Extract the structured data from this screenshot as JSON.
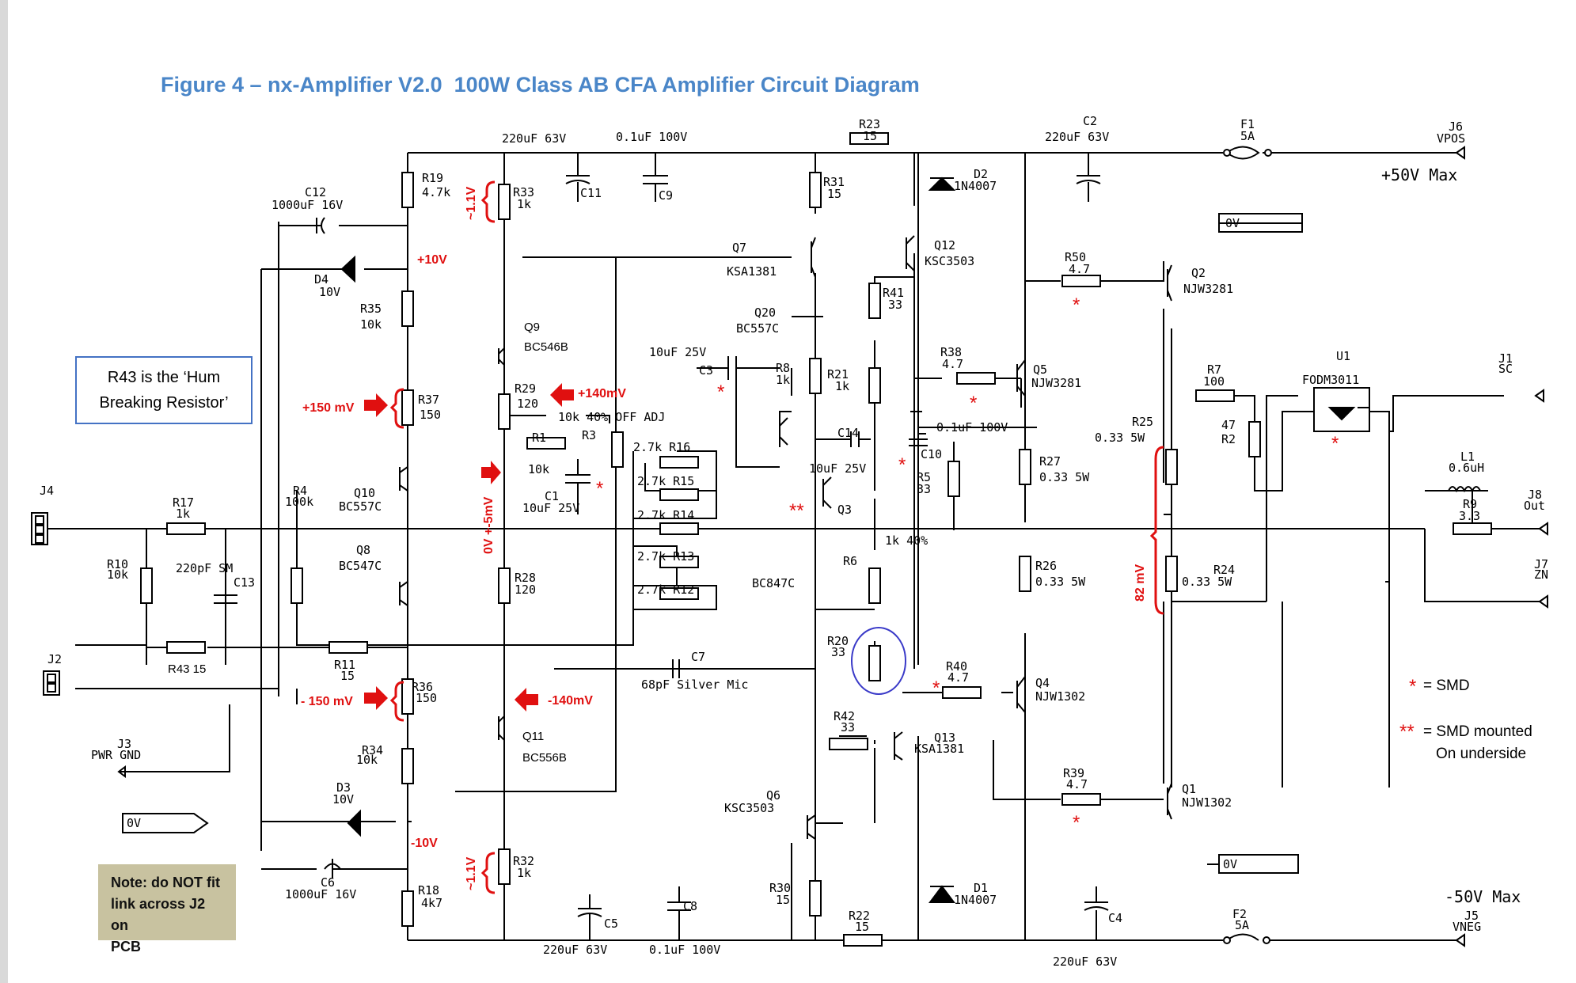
{
  "title": "Figure 4 – nx-Amplifier V2.0  100W Class AB CFA Amplifier Circuit Diagram",
  "hum_note": [
    "R43 is the ‘Hum",
    "Breaking Resistor’"
  ],
  "fit_note": [
    "Note: do NOT fit",
    "link across J2 on",
    "PCB"
  ],
  "legend": {
    "smd_mark": "*",
    "smd_text": "= SMD",
    "smd_under_mark": "**",
    "smd_under_line1": "= SMD mounted",
    "smd_under_line2": "On underside"
  },
  "rails": {
    "pos": "+50V Max",
    "neg": "-50V Max"
  },
  "colors": {
    "title": "#4a86c8",
    "annotation": "#e01010",
    "highlight": "#3a3ac8",
    "box_border": "#4472c4",
    "note_bg": "#c8c2a0"
  },
  "labels": [
    {
      "id": "c2",
      "lines": [
        "C2",
        "220uF 63V"
      ]
    },
    {
      "id": "c11top",
      "lines": [
        "220uF 63V"
      ]
    },
    {
      "id": "c9top",
      "lines": [
        "0.1uF 100V"
      ]
    },
    {
      "id": "r23",
      "lines": [
        "R23",
        "15"
      ]
    },
    {
      "id": "f1",
      "lines": [
        "F1",
        "5A"
      ]
    },
    {
      "id": "j6",
      "lines": [
        "J6",
        "VPOS"
      ]
    },
    {
      "id": "r19",
      "lines": [
        "R19",
        "4.7k"
      ]
    },
    {
      "id": "r33",
      "lines": [
        "R33",
        "1k"
      ]
    },
    {
      "id": "c11",
      "lines": [
        "C11"
      ]
    },
    {
      "id": "c9",
      "lines": [
        "C9"
      ]
    },
    {
      "id": "r31",
      "lines": [
        "R31",
        "15"
      ]
    },
    {
      "id": "d2",
      "lines": [
        "D2",
        "1N4007"
      ]
    },
    {
      "id": "c12",
      "lines": [
        "C12",
        "1000uF 16V"
      ]
    },
    {
      "id": "d4",
      "lines": [
        "D4",
        "10V"
      ]
    },
    {
      "id": "r35",
      "lines": [
        "R35",
        "10k"
      ]
    },
    {
      "id": "q7",
      "lines": [
        "Q7",
        "KSA1381"
      ]
    },
    {
      "id": "q12",
      "lines": [
        "Q12",
        "KSC3503"
      ]
    },
    {
      "id": "r50",
      "lines": [
        "R50",
        "4.7"
      ]
    },
    {
      "id": "q2",
      "lines": [
        "Q2",
        "NJW3281"
      ]
    },
    {
      "id": "r41",
      "lines": [
        "R41",
        "33"
      ]
    },
    {
      "id": "q20",
      "lines": [
        "Q20",
        "BC557C"
      ]
    },
    {
      "id": "q9",
      "lines": [
        "Q9",
        "BC546B"
      ]
    },
    {
      "id": "c3",
      "lines": [
        "10uF 25V",
        "C3"
      ]
    },
    {
      "id": "r8",
      "lines": [
        "R8",
        "1k"
      ]
    },
    {
      "id": "r21",
      "lines": [
        "R21",
        "1k"
      ]
    },
    {
      "id": "r38",
      "lines": [
        "R38",
        "4.7"
      ]
    },
    {
      "id": "q5",
      "lines": [
        "Q5",
        "NJW3281"
      ]
    },
    {
      "id": "u1",
      "lines": [
        "U1",
        "FODM3011"
      ]
    },
    {
      "id": "j1",
      "lines": [
        "J1",
        "SC"
      ]
    },
    {
      "id": "r7",
      "lines": [
        "R7",
        "100"
      ]
    },
    {
      "id": "r2",
      "lines": [
        "47",
        "R2"
      ]
    },
    {
      "id": "r37",
      "lines": [
        "R37",
        "150"
      ]
    },
    {
      "id": "r29",
      "lines": [
        "R29",
        "120"
      ]
    },
    {
      "id": "offadj",
      "lines": [
        "10k 40% OFF ADJ"
      ]
    },
    {
      "id": "r1",
      "lines": [
        "R1"
      ]
    },
    {
      "id": "r3",
      "lines": [
        "R3"
      ]
    },
    {
      "id": "c10",
      "lines": [
        "0.1uF 100V",
        "C10"
      ]
    },
    {
      "id": "r25",
      "lines": [
        "R25",
        "0.33 5W"
      ]
    },
    {
      "id": "r16",
      "lines": [
        "2.7k  R16"
      ]
    },
    {
      "id": "r15",
      "lines": [
        "2.7k  R15"
      ]
    },
    {
      "id": "r14",
      "lines": [
        "2.7k  R14"
      ]
    },
    {
      "id": "r13",
      "lines": [
        "2.7k  R13"
      ]
    },
    {
      "id": "r12",
      "lines": [
        "2.7k  R12"
      ]
    },
    {
      "id": "c14",
      "lines": [
        "C14",
        "10uF 25V"
      ]
    },
    {
      "id": "r5",
      "lines": [
        "R5",
        "33"
      ]
    },
    {
      "id": "r27",
      "lines": [
        "R27",
        "0.33 5W"
      ]
    },
    {
      "id": "l1",
      "lines": [
        "L1",
        "0.6uH"
      ]
    },
    {
      "id": "r9",
      "lines": [
        "R9",
        "3.3"
      ]
    },
    {
      "id": "j8",
      "lines": [
        "J8",
        "Out"
      ]
    },
    {
      "id": "j4",
      "lines": [
        "J4"
      ]
    },
    {
      "id": "r17",
      "lines": [
        "R17",
        "1k"
      ]
    },
    {
      "id": "r4",
      "lines": [
        "R4",
        "100k"
      ]
    },
    {
      "id": "q10",
      "lines": [
        "Q10",
        "BC557C"
      ]
    },
    {
      "id": "r1val",
      "lines": [
        "10k"
      ]
    },
    {
      "id": "c1",
      "lines": [
        "C1",
        "10uF 25V"
      ]
    },
    {
      "id": "q3",
      "lines": [
        "Q3"
      ]
    },
    {
      "id": "r6",
      "lines": [
        "1k 40%",
        "R6"
      ]
    },
    {
      "id": "r10",
      "lines": [
        "R10",
        "10k"
      ]
    },
    {
      "id": "c13",
      "lines": [
        "220pF SM",
        "C13"
      ]
    },
    {
      "id": "q8",
      "lines": [
        "Q8",
        "BC547C"
      ]
    },
    {
      "id": "r28",
      "lines": [
        "R28",
        "120"
      ]
    },
    {
      "id": "bc847",
      "lines": [
        "BC847C"
      ]
    },
    {
      "id": "r26",
      "lines": [
        "R26",
        "0.33 5W"
      ]
    },
    {
      "id": "r24",
      "lines": [
        "R24",
        "0.33 5W"
      ]
    },
    {
      "id": "j7",
      "lines": [
        "J7",
        "ZN"
      ]
    },
    {
      "id": "j2",
      "lines": [
        "J2"
      ]
    },
    {
      "id": "r43",
      "lines": [
        "R43 15"
      ]
    },
    {
      "id": "r11",
      "lines": [
        "R11",
        "15"
      ]
    },
    {
      "id": "c7",
      "lines": [
        "C7",
        "68pF Silver Mic"
      ]
    },
    {
      "id": "r20",
      "lines": [
        "R20",
        "33"
      ]
    },
    {
      "id": "r40",
      "lines": [
        "R40",
        "4.7"
      ]
    },
    {
      "id": "q4",
      "lines": [
        "Q4",
        "NJW1302"
      ]
    },
    {
      "id": "r36",
      "lines": [
        "R36",
        "150"
      ]
    },
    {
      "id": "q11",
      "lines": [
        "Q11",
        "BC556B"
      ]
    },
    {
      "id": "j3",
      "lines": [
        "J3",
        "PWR GND"
      ]
    },
    {
      "id": "r34",
      "lines": [
        "R34",
        "10k"
      ]
    },
    {
      "id": "r42",
      "lines": [
        "R42",
        "33"
      ]
    },
    {
      "id": "q13",
      "lines": [
        "Q13",
        "KSA1381"
      ]
    },
    {
      "id": "d3",
      "lines": [
        "D3",
        "10V"
      ]
    },
    {
      "id": "ov1",
      "lines": [
        "0V"
      ]
    },
    {
      "id": "ov2",
      "lines": [
        "0V"
      ]
    },
    {
      "id": "ov3",
      "lines": [
        "0V"
      ]
    },
    {
      "id": "q6",
      "lines": [
        "Q6",
        "KSC3503"
      ]
    },
    {
      "id": "r39",
      "lines": [
        "R39",
        "4.7"
      ]
    },
    {
      "id": "q1",
      "lines": [
        "Q1",
        "NJW1302"
      ]
    },
    {
      "id": "r32",
      "lines": [
        "R32",
        "1k"
      ]
    },
    {
      "id": "c6",
      "lines": [
        "C6",
        "1000uF 16V"
      ]
    },
    {
      "id": "r18",
      "lines": [
        "R18",
        "4k7"
      ]
    },
    {
      "id": "c5",
      "lines": [
        "C5",
        "220uF 63V"
      ]
    },
    {
      "id": "c8",
      "lines": [
        "C8",
        "0.1uF 100V"
      ]
    },
    {
      "id": "r30",
      "lines": [
        "R30",
        "15"
      ]
    },
    {
      "id": "d1",
      "lines": [
        "D1",
        "1N4007"
      ]
    },
    {
      "id": "r22",
      "lines": [
        "R22",
        "15"
      ]
    },
    {
      "id": "c4",
      "lines": [
        "C4",
        "220uF 63V"
      ]
    },
    {
      "id": "f2",
      "lines": [
        "F2",
        "5A"
      ]
    },
    {
      "id": "j5",
      "lines": [
        "J5",
        "VNEG"
      ]
    }
  ],
  "annotations": {
    "v10p": "+10V",
    "v10n": "-10V",
    "mv150p": "+150 mV",
    "mv150n": "- 150 mV",
    "mv140p": "+140mV",
    "mv140n": "-140mV",
    "v11p": "~1.1V",
    "v11n": "~1.1V",
    "ov5mv": "0V +-5mV",
    "mv82": "82 mV"
  }
}
